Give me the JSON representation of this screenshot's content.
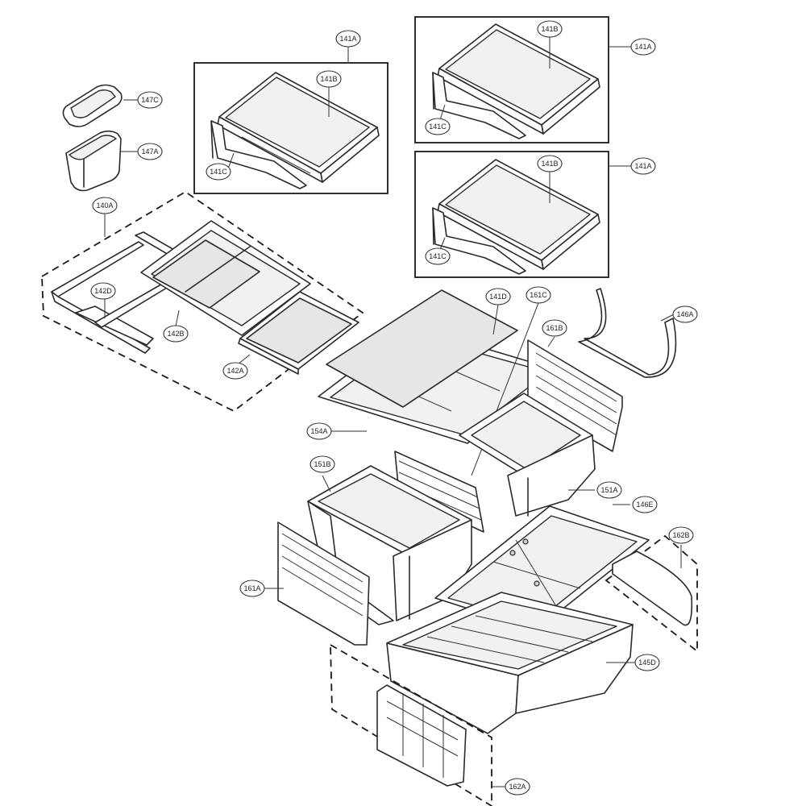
{
  "diagram": {
    "callouts": {
      "c141A_top": "141A",
      "c141B_top": "141B",
      "c141C_top": "141C",
      "c141B_r1": "141B",
      "c141A_r1": "141A",
      "c141C_r1": "141C",
      "c141B_r2": "141B",
      "c141A_r2": "141A",
      "c141C_r2": "141C",
      "c147C": "147C",
      "c147A": "147A",
      "c140A": "140A",
      "c142D": "142D",
      "c142B": "142B",
      "c142A": "142A",
      "c141D": "141D",
      "c161C": "161C",
      "c161B": "161B",
      "c146A": "146A",
      "c154A": "154A",
      "c151B": "151B",
      "c151A": "151A",
      "c146E": "146E",
      "c162B": "162B",
      "c161A": "161A",
      "c145D": "145D",
      "c162A": "162A"
    }
  }
}
